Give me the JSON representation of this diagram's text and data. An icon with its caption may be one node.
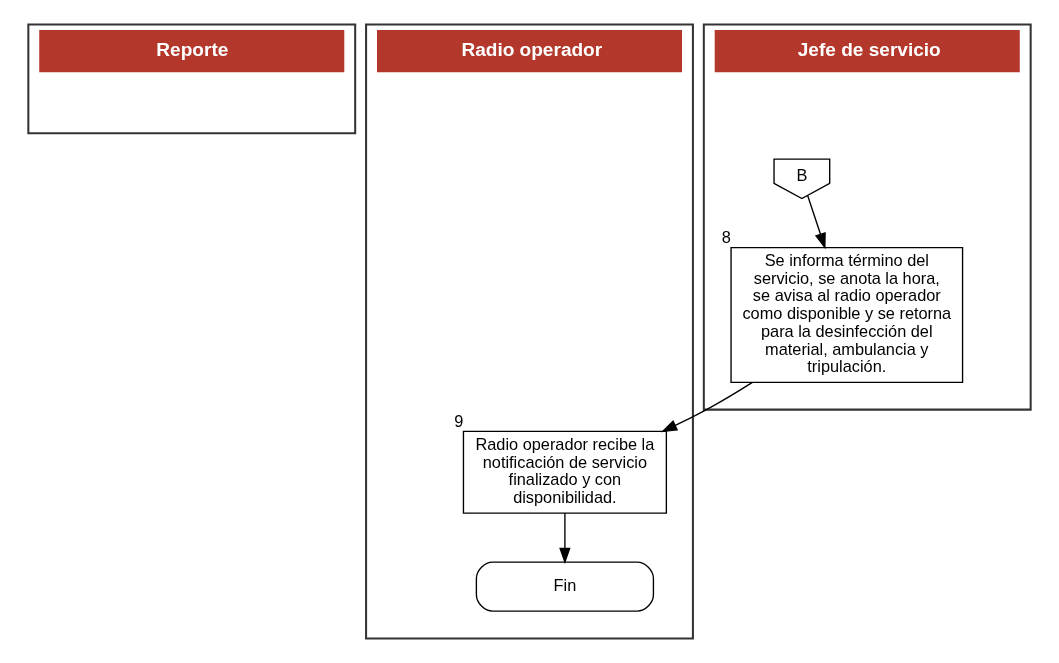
{
  "diagram": {
    "nodes": [
      {
        "text": [
          "Reporte"
        ]
      },
      {
        "text": [
          "Radio operador"
        ]
      },
      {
        "text": [
          "Jefe de servicio"
        ]
      },
      {
        "text": [
          "B"
        ],
        "in": 2
      },
      {
        "text": [
          "Se informa término del servicio, se anota la hora, se avisa al radio operador como disponible y se retorna para la desinfección del material, ambulancia y tripulación."
        ],
        "in": 2,
        "beside": [
          "8"
        ]
      },
      {
        "text": [
          "Radio operador recibe la notificación de servicio finalizado y con disponibilidad."
        ],
        "in": 1,
        "beside": [
          "9"
        ]
      },
      {
        "text": [
          "Fin"
        ],
        "in": 1
      }
    ],
    "edges": [
      {
        "from": 3,
        "to": 4,
        "arrow": "to"
      },
      {
        "from": 4,
        "to": 5,
        "arrow": "to"
      },
      {
        "from": 5,
        "to": 6,
        "arrow": "to"
      }
    ]
  }
}
